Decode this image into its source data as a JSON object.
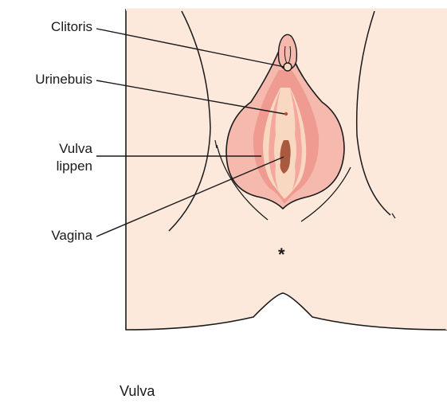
{
  "labels": {
    "clitoris": "Clitoris",
    "urinebuis": "Urinebuis",
    "vulva_lippen_line1": "Vulva",
    "vulva_lippen_line2": "lippen",
    "vagina": "Vagina",
    "asterisk": "*"
  },
  "caption": "Vulva",
  "colors": {
    "skin": "#fce9dc",
    "outer_labia": "#f6b9ae",
    "outer_labia_edge": "#ef9b92",
    "inner_area": "#f9d8c2",
    "inner_labia": "#f4a79c",
    "vagina_opening": "#a85a3f",
    "outline": "#1a1a1a"
  }
}
